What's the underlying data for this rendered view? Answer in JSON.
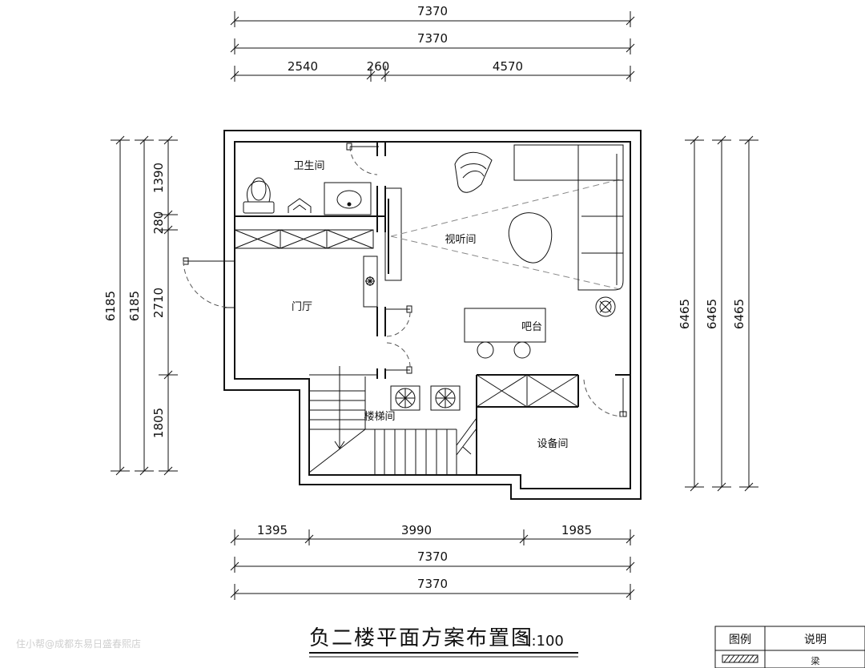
{
  "dimensions": {
    "top": [
      "7370",
      "7370",
      "2540",
      "260",
      "4570"
    ],
    "bottom": [
      "1395",
      "3990",
      "1985",
      "7370",
      "7370"
    ],
    "left": [
      "6185",
      "6185",
      "1390",
      "280",
      "2710",
      "1805"
    ],
    "right": [
      "6465",
      "6465",
      "6465"
    ]
  },
  "rooms": {
    "bathroom": "卫生间",
    "living": "视听间",
    "foyer": "门厅",
    "bar": "吧台",
    "stairs": "楼梯间",
    "equipment": "设备间"
  },
  "title": {
    "main": "负二楼平面方案布置图",
    "scale": "1:100"
  },
  "legend": {
    "col1": "图例",
    "col2": "说明",
    "beam": "梁"
  },
  "watermark": "住小帮@成都东易日盛春熙店"
}
